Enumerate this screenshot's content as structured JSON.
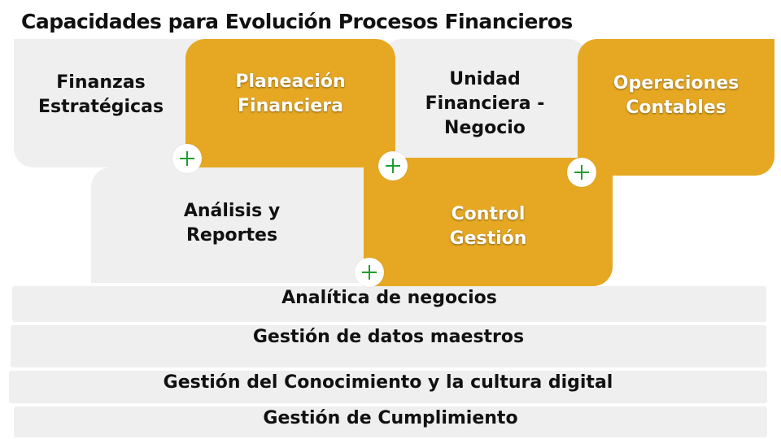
{
  "title": "Capacidades para Evolución Procesos Financieros",
  "tiles": {
    "finanzas_estrategicas": "Finanzas\nEstratégicas",
    "planeacion_financiera": "Planeación\nFinanciera",
    "unidad_financiera": "Unidad\nFinanciera -\nNegocio",
    "operaciones_contables": "Operaciones\nContables",
    "analisis_reportes": "Análisis y\nReportes",
    "control_gestion": "Control\nGestión"
  },
  "bars": [
    "Analítica de negocios",
    "Gestión de datos maestros",
    "Gestión del Conocimiento y la cultura digital",
    "Gestión de Cumplimiento"
  ],
  "colors": {
    "gold": "#e6a823",
    "grey": "#efefef",
    "plus_icon": "#1f9e2f"
  },
  "icons": [
    "plus-icon"
  ]
}
